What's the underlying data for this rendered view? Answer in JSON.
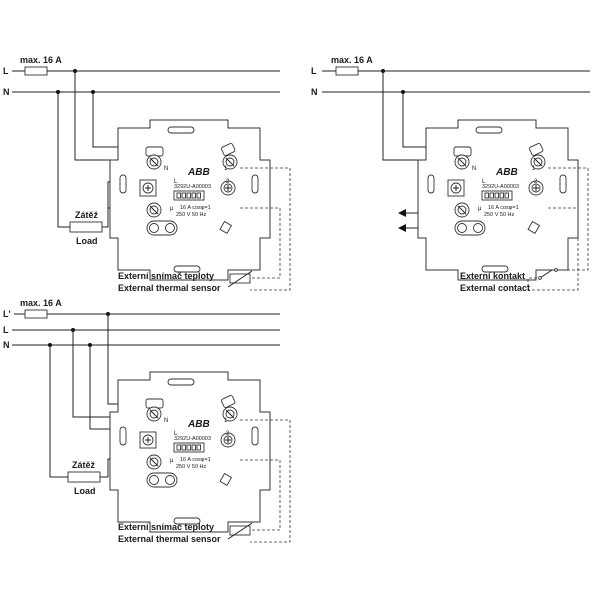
{
  "diagrams": [
    {
      "fuse_label": "max. 16 A",
      "lines": [
        "L",
        "N"
      ],
      "load_cz": "Zátěž",
      "load_en": "Load",
      "brand": "ABB",
      "code": "3292U-A00003",
      "rating1": "16 A cos",
      "rating1_sub": "φ",
      "rating1_end": "=1",
      "rating2": "250 V 50 Hz",
      "term_n": "N",
      "term_l": "L",
      "term_1": "1",
      "term_2": "2",
      "term_mu": "μ",
      "sensor_cz": "Externí snímač teploty",
      "sensor_en": "External thermal sensor"
    },
    {
      "fuse_label": "max. 16 A",
      "lines": [
        "L",
        "N"
      ],
      "brand": "ABB",
      "code": "3292U-A00003",
      "rating1": "16 A cos",
      "rating1_sub": "φ",
      "rating1_end": "=1",
      "rating2": "250 V 50 Hz",
      "term_n": "N",
      "term_l": "L",
      "term_1": "1",
      "term_2": "2",
      "term_mu": "μ",
      "sensor_cz": "Externí kontakt",
      "sensor_en": "External contact"
    },
    {
      "fuse_label": "max. 16 A",
      "lines": [
        "L'",
        "L",
        "N"
      ],
      "load_cz": "Zátěž",
      "load_en": "Load",
      "brand": "ABB",
      "code": "3292U-A00003",
      "rating1": "16 A cos",
      "rating1_sub": "φ",
      "rating1_end": "=1",
      "rating2": "250 V 50 Hz",
      "term_n": "N",
      "term_l": "L",
      "term_1": "1",
      "term_2": "2",
      "term_mu": "μ",
      "sensor_cz": "Externí snímač teploty",
      "sensor_en": "External thermal sensor"
    }
  ],
  "colors": {
    "ink": "#222222",
    "background": "#ffffff"
  }
}
